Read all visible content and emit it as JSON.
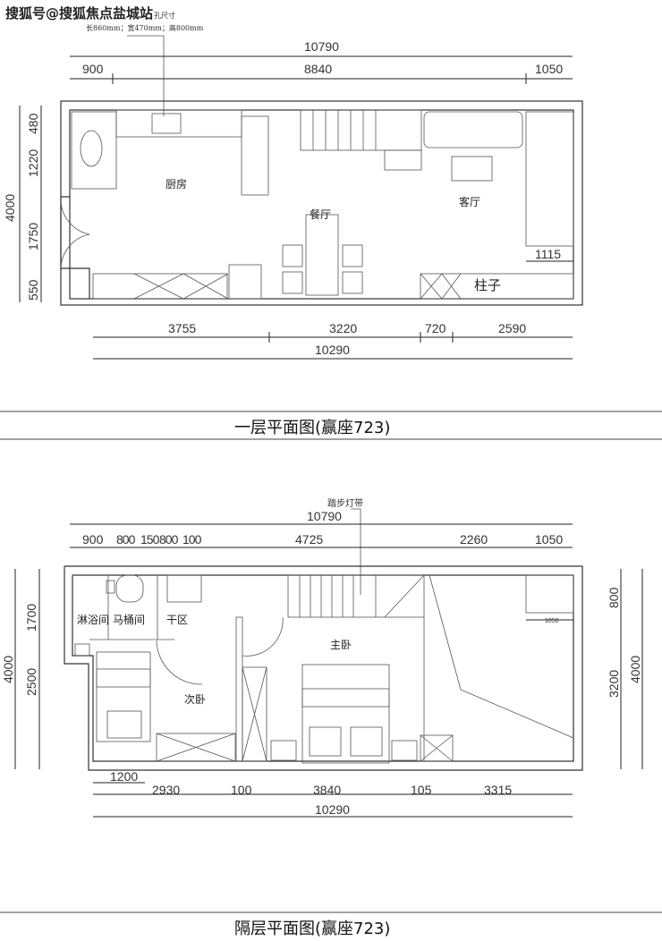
{
  "watermark": "搜狐号@搜狐焦点盐城站",
  "note": {
    "line1": "孔尺寸",
    "line2": "长860mm；宽470mm；高800mm"
  },
  "floor1": {
    "title": "一层平面图(赢座723)",
    "top_total": "10790",
    "top_dims": [
      "900",
      "8840",
      "1050"
    ],
    "left_total": "4000",
    "left_dims": [
      "480",
      "1220",
      "1750",
      "550"
    ],
    "bottom_dims": [
      "3755",
      "3220",
      "720",
      "2590"
    ],
    "bottom_total": "10290",
    "rooms": {
      "kitchen": "厨房",
      "dining": "餐厅",
      "living": "客厅",
      "column": "柱子"
    },
    "inner_dim": "1115"
  },
  "floor2": {
    "title": "隔层平面图(赢座723)",
    "stair_light": "踏步灯带",
    "top_total": "10790",
    "top_dims": [
      "900",
      "800",
      "150",
      "800",
      "100",
      "4725",
      "2260",
      "1050"
    ],
    "left_total": "4000",
    "left_dims": [
      "1700",
      "2500"
    ],
    "right_dims": [
      "800",
      "3200"
    ],
    "right_total": "4000",
    "bottom_sub": "1200",
    "bottom_dims": [
      "2930",
      "100",
      "3840",
      "105",
      "3315"
    ],
    "bottom_total": "10290",
    "rooms": {
      "shower": "淋浴间",
      "toilet": "马桶间",
      "dry": "干区",
      "second_bedroom": "次卧",
      "master_bedroom": "主卧"
    },
    "inner_dim": "1050"
  }
}
